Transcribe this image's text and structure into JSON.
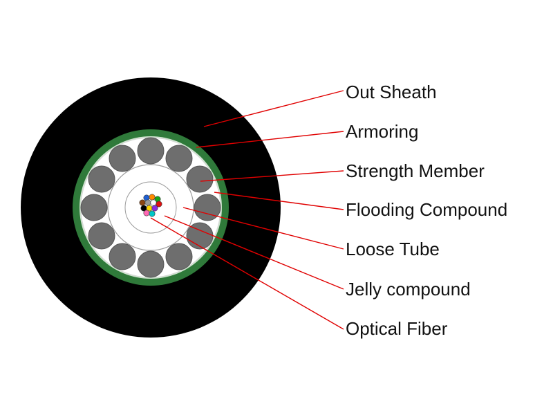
{
  "diagram": {
    "labels": [
      {
        "id": "out-sheath",
        "text": "Out Sheath"
      },
      {
        "id": "armoring",
        "text": "Armoring"
      },
      {
        "id": "strength-member",
        "text": "Strength Member"
      },
      {
        "id": "flooding-compound",
        "text": "Flooding Compound"
      },
      {
        "id": "loose-tube",
        "text": "Loose Tube"
      },
      {
        "id": "jelly-compound",
        "text": "Jelly compound"
      },
      {
        "id": "optical-fiber",
        "text": "Optical Fiber"
      }
    ],
    "colors": {
      "sheath": "#000000",
      "armor": "#2f7a3a",
      "flooding": "#ffffff",
      "strength_member": "#6e6e6e",
      "leader_line": "#e00000"
    },
    "fiber_colors": [
      "#1f5fd1",
      "#ff8a00",
      "#19a319",
      "#8b4513",
      "#9a9a9a",
      "#ffffff",
      "#e01010",
      "#000000",
      "#ffd400",
      "#8a2be2",
      "#ff69b4",
      "#00c8c8"
    ]
  }
}
